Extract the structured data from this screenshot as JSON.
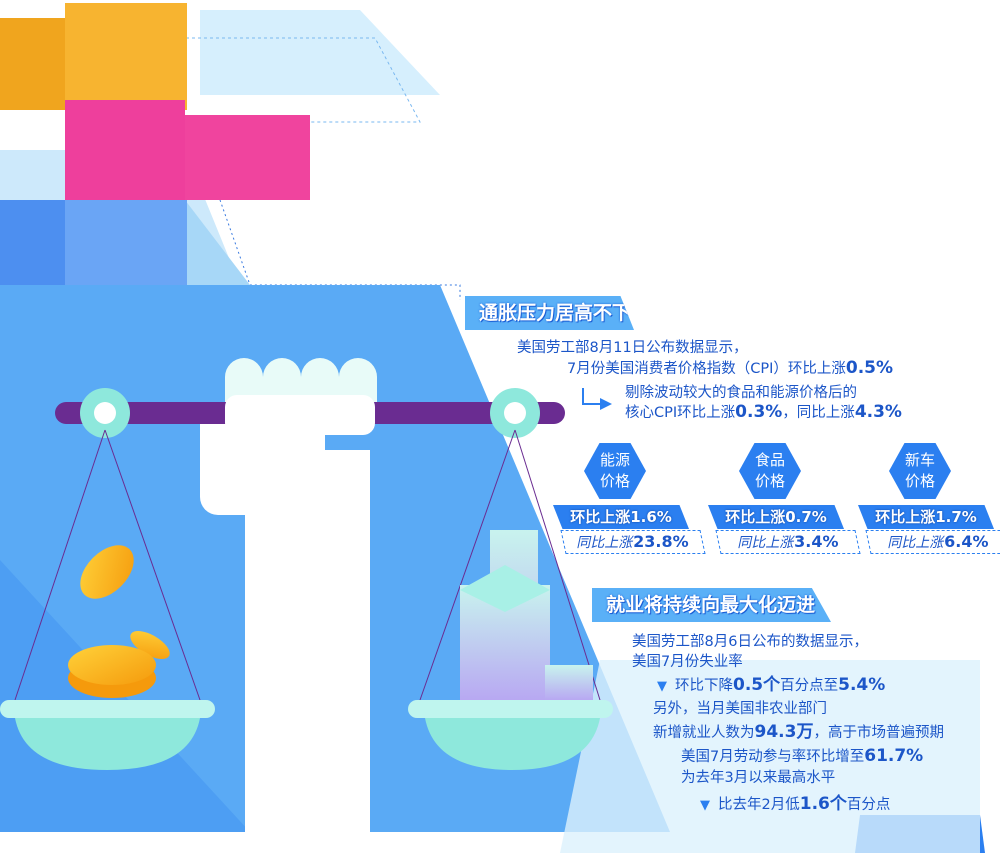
{
  "section1": {
    "title": "通胀压力居高不下",
    "line1": "美国劳工部8月11日公布数据显示，",
    "line2_prefix": "7月份美国消费者价格指数（CPI）环比上涨",
    "line2_value": "0.5%",
    "line3": "剔除波动较大的食品和能源价格后的",
    "line4_prefix": "核心CPI环比上涨",
    "line4_value1": "0.3%",
    "line4_mid": "，同比上涨",
    "line4_value2": "4.3%",
    "items": [
      {
        "name_line1": "能源",
        "name_line2": "价格",
        "mom_label": "环比上涨",
        "mom": "1.6%",
        "yoy_label": "同比上涨",
        "yoy": "23.8%"
      },
      {
        "name_line1": "食品",
        "name_line2": "价格",
        "mom_label": "环比上涨",
        "mom": "0.7%",
        "yoy_label": "同比上涨",
        "yoy": "3.4%"
      },
      {
        "name_line1": "新车",
        "name_line2": "价格",
        "mom_label": "环比上涨",
        "mom": "1.7%",
        "yoy_label": "同比上涨",
        "yoy": "6.4%"
      }
    ]
  },
  "section2": {
    "title": "就业将持续向最大化迈进",
    "line1": "美国劳工部8月6日公布的数据显示，",
    "line2": "美国7月份失业率",
    "line3_prefix": "环比下降",
    "line3_v1": "0.5个",
    "line3_mid": "百分点至",
    "line3_v2": "5.4%",
    "line4": "另外，当月美国非农业部门",
    "line5_prefix": "新增就业人数为",
    "line5_value": "94.3万",
    "line5_suffix": "，高于市场普遍预期",
    "line6_prefix": "美国7月劳动参与率环比增至",
    "line6_value": "61.7%",
    "line7": "为去年3月以来最高水平",
    "line8_prefix": "比去年2月低",
    "line8_value": "1.6个",
    "line8_suffix": "百分点"
  },
  "colors": {
    "blue": "#2b7ff0",
    "light_blue": "#5ab0f7",
    "purple": "#6a2c91",
    "teal": "#8ee8dc"
  }
}
